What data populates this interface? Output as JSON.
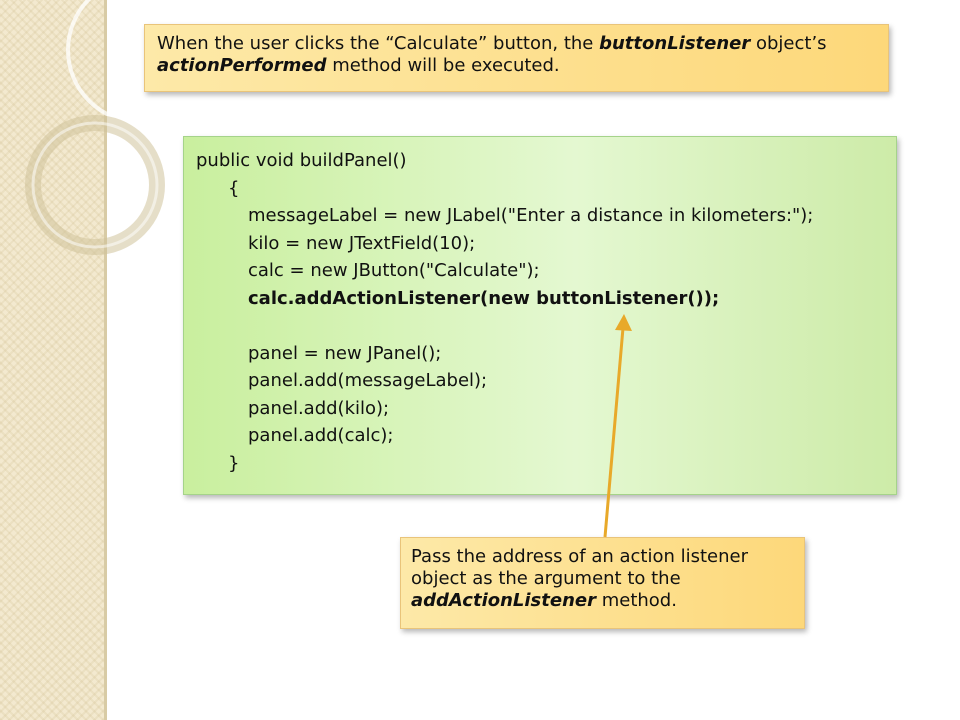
{
  "callout_top": {
    "text_1": "When the user clicks the “Calculate” button, the ",
    "em_1": "buttonListener",
    "text_2": " object’s ",
    "em_2": "actionPerformed",
    "text_3": " method will be executed."
  },
  "code": {
    "lines": [
      "public void buildPanel()",
      "{",
      "messageLabel = new JLabel(\"Enter a distance in kilometers:\");",
      "kilo = new JTextField(10);",
      "calc = new JButton(\"Calculate\");",
      "calc.addActionListener(new buttonListener());",
      "",
      "panel = new JPanel();",
      "panel.add(messageLabel);",
      "panel.add(kilo);",
      "panel.add(calc);",
      "}"
    ]
  },
  "callout_bottom": {
    "text_1": "Pass the address of an action listener object as the argument to the ",
    "em_1": "addActionListener",
    "text_2": " method."
  },
  "colors": {
    "callout_fill": "#fdd87a",
    "code_fill": "#e4f8d1",
    "arrow": "#e8a92a"
  }
}
